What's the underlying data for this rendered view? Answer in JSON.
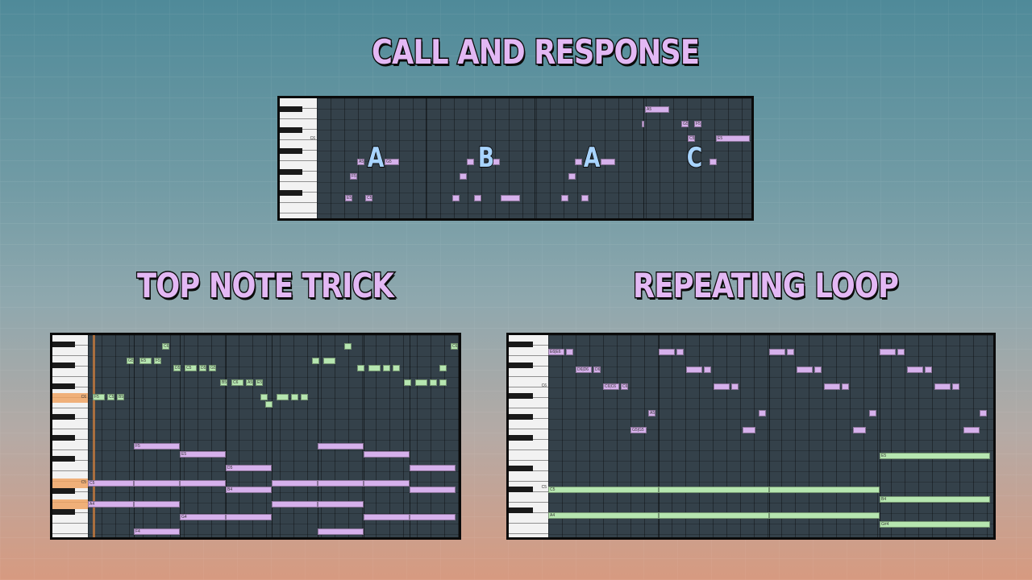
{
  "titles": {
    "call": "CALL AND RESPONSE",
    "top": "TOP NOTE TRICK",
    "repeat": "REPEATING LOOP"
  },
  "call_panel": {
    "octave_label": "C6",
    "markers": [
      "A",
      "B",
      "A",
      "C"
    ],
    "notes": [
      {
        "label": "A5",
        "color": "purple"
      },
      {
        "label": "G5",
        "color": "purple"
      },
      {
        "label": "F5",
        "color": "purple"
      },
      {
        "label": "E5",
        "color": "purple"
      },
      {
        "label": "C5",
        "color": "purple"
      },
      {
        "label": "A5",
        "color": "purple"
      },
      {
        "label": "G5",
        "color": "purple"
      },
      {
        "label": "F5",
        "color": "purple"
      },
      {
        "label": "E5",
        "color": "purple"
      },
      {
        "label": "C5",
        "color": "purple"
      }
    ]
  },
  "top_panel": {
    "octave_labels": [
      "C6",
      "C5"
    ],
    "upper_notes": [
      "C6",
      "G5",
      "E5",
      "F5",
      "D5",
      "C5",
      "D5",
      "G5",
      "B5",
      "C6",
      "A5",
      "E5",
      "F5",
      "C5",
      "B5",
      "C6"
    ],
    "lower_rows": [
      {
        "label": "C5"
      },
      {
        "label": "A4"
      },
      {
        "label": "F5"
      },
      {
        "label": "E5"
      },
      {
        "label": "D5"
      },
      {
        "label": "B4"
      },
      {
        "label": "G4"
      },
      {
        "label": "F4"
      }
    ]
  },
  "repeat_panel": {
    "octave_labels": [
      "C6",
      "C5"
    ],
    "upper_notes": [
      "E6|E6",
      "D6",
      "D6|D6",
      "D6",
      "C6|C6",
      "C6",
      "A5",
      "G5|G5"
    ],
    "green_notes": [
      "C5",
      "A4",
      "E5",
      "B4",
      "G#4"
    ]
  }
}
